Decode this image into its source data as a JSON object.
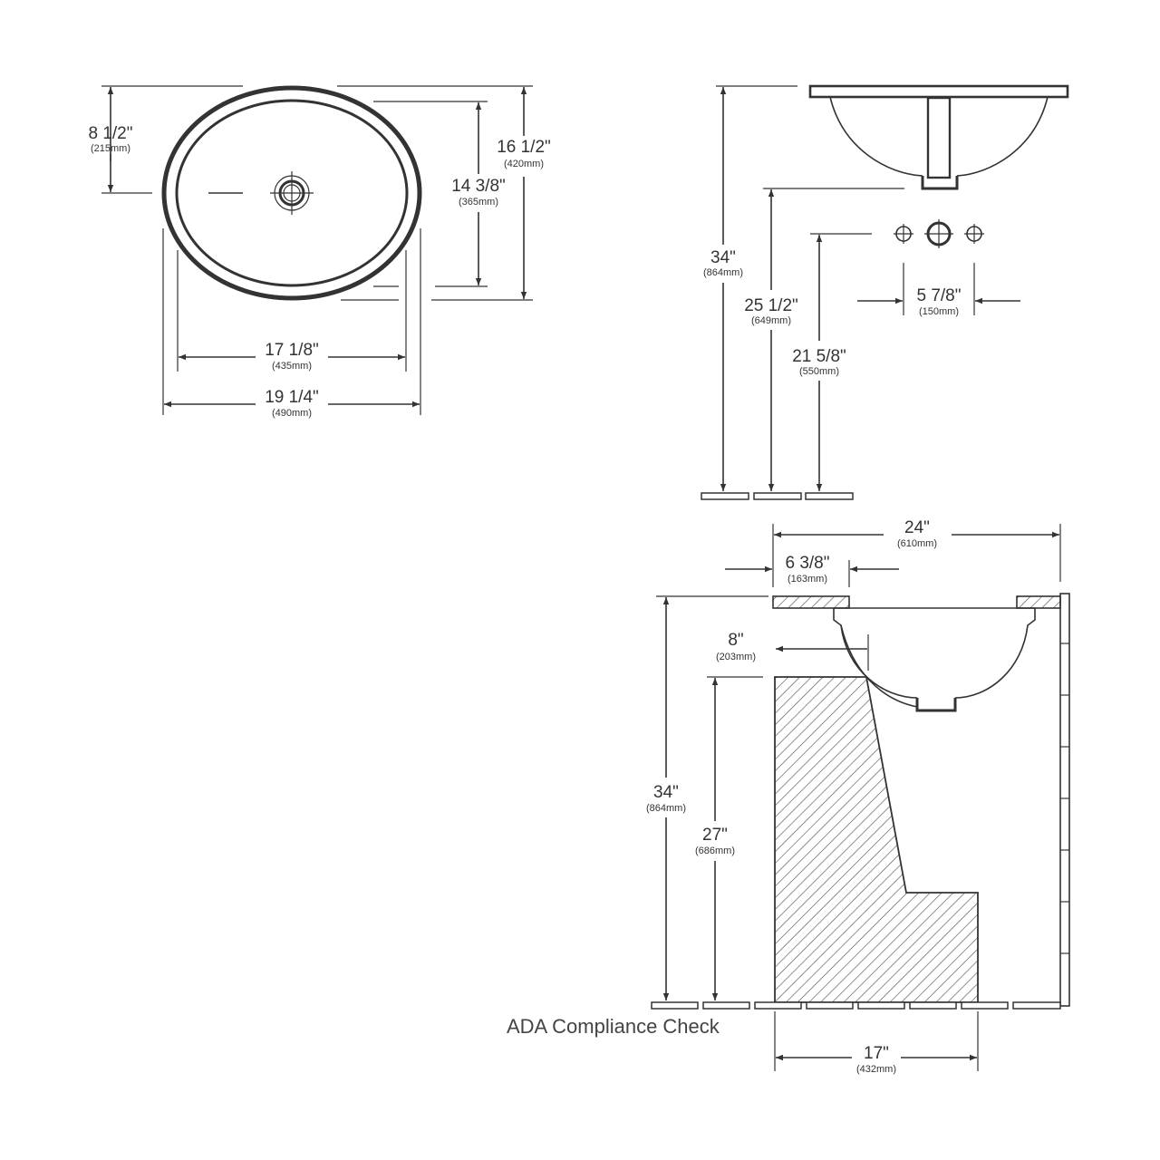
{
  "caption": "ADA Compliance Check",
  "top_view": {
    "dims": {
      "d8_5": {
        "inch": "8 1/2\"",
        "mm": "(215mm)"
      },
      "d16_5": {
        "inch": "16 1/2\"",
        "mm": "(420mm)"
      },
      "d14_375": {
        "inch": "14 3/8\"",
        "mm": "(365mm)"
      },
      "d17_125": {
        "inch": "17 1/8\"",
        "mm": "(435mm)"
      },
      "d19_25": {
        "inch": "19 1/4\"",
        "mm": "(490mm)"
      }
    }
  },
  "side_view": {
    "dims": {
      "d34": {
        "inch": "34\"",
        "mm": "(864mm)"
      },
      "d25_5": {
        "inch": "25 1/2\"",
        "mm": "(649mm)"
      },
      "d21_625": {
        "inch": "21 5/8\"",
        "mm": "(550mm)"
      },
      "d5_875": {
        "inch": "5 7/8\"",
        "mm": "(150mm)"
      }
    }
  },
  "ada_view": {
    "dims": {
      "d24": {
        "inch": "24\"",
        "mm": "(610mm)"
      },
      "d6_375": {
        "inch": "6 3/8\"",
        "mm": "(163mm)"
      },
      "d8": {
        "inch": "8\"",
        "mm": "(203mm)"
      },
      "d34": {
        "inch": "34\"",
        "mm": "(864mm)"
      },
      "d27": {
        "inch": "27\"",
        "mm": "(686mm)"
      },
      "d17": {
        "inch": "17\"",
        "mm": "(432mm)"
      }
    }
  }
}
